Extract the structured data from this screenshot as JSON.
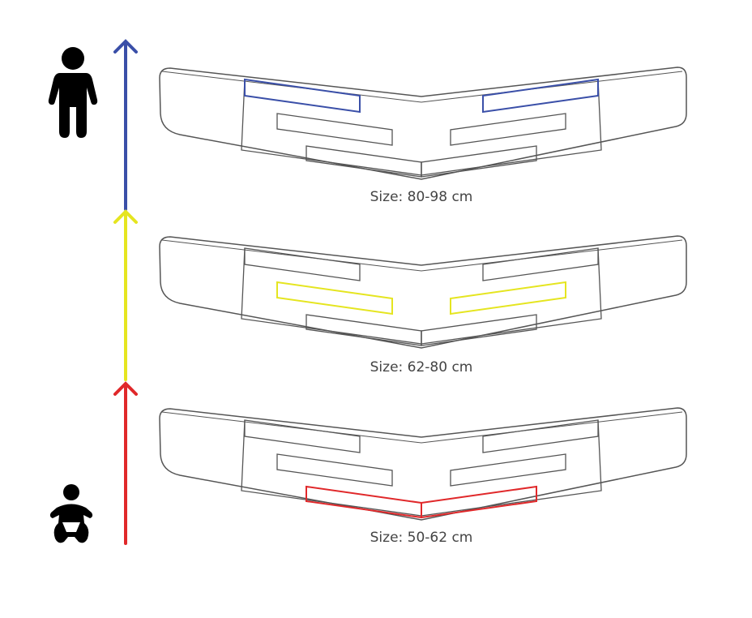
{
  "panels": [
    {
      "label": "Size: 80-98 cm",
      "highlight": "top",
      "color": "#3a4fa8"
    },
    {
      "label": "Size: 62-80 cm",
      "highlight": "middle",
      "color": "#e5e520"
    },
    {
      "label": "Size: 50-62 cm",
      "highlight": "bottom",
      "color": "#e0282a"
    }
  ],
  "icons": {
    "top": "child-standing-icon",
    "bottom": "baby-icon"
  },
  "outline_color": "#555555"
}
